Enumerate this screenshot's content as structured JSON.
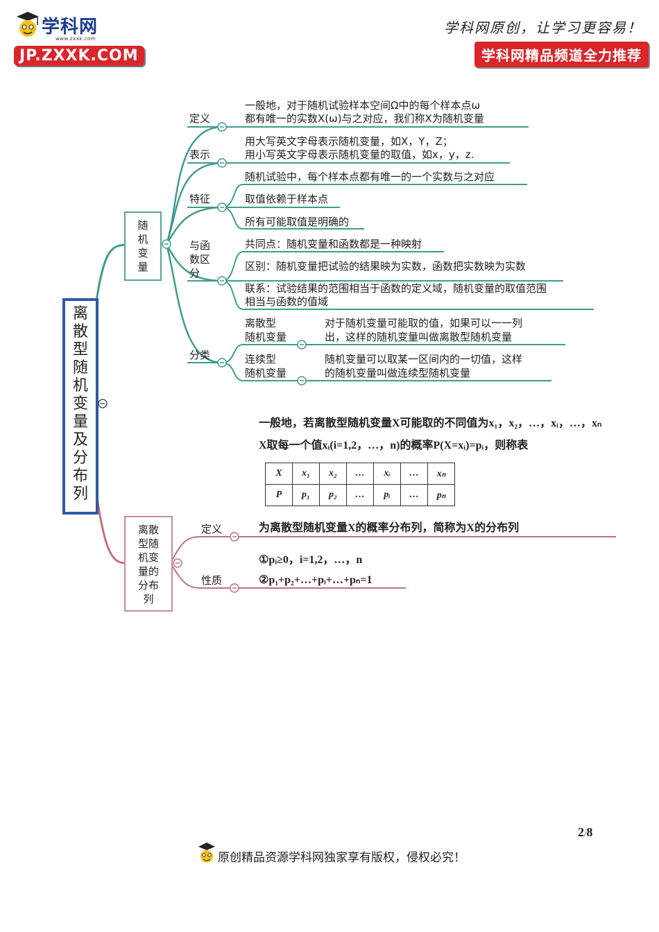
{
  "header": {
    "logo_name": "学科网",
    "logo_url": "www.zxxk.com",
    "logo_badge": "JP.ZXXK.COM",
    "slogan": "学科网原创，让学习更容易！",
    "slogan_badge": "学科网精品频道全力推荐"
  },
  "mindmap": {
    "root": [
      "离",
      "散",
      "型",
      "随",
      "机",
      "变",
      "量",
      "及",
      "分",
      "布",
      "列"
    ],
    "branch1": {
      "label": [
        "随",
        "机",
        "变",
        "量"
      ],
      "definition": {
        "label": "定义",
        "line1": "一般地，对于随机试验样本空间Ω中的每个样本点ω",
        "line2": "都有唯一的实数X(ω)与之对应，我们称X为随机变量"
      },
      "notation": {
        "label": "表示",
        "line1": "用大写英文字母表示随机变量，如X，Y，Z；",
        "line2": "用小写英文字母表示随机变量的取值，如x，y，z."
      },
      "features": {
        "label": "特征",
        "items": [
          "随机试验中，每个样本点都有唯一的一个实数与之对应",
          "取值依赖于样本点",
          "所有可能取值是明确的"
        ]
      },
      "compare": {
        "label_lines": [
          "与函",
          "数区",
          "分"
        ],
        "common": "共同点：随机变量和函数都是一种映射",
        "diff": "区别：随机变量把试验的结果映为实数，函数把实数映为实数",
        "link_line1": "联系：试验结果的范围相当于函数的定义域，随机变量的取值范围",
        "link_line2": "相当与函数的值域"
      },
      "classification": {
        "label": "分类",
        "discrete_name": [
          "离散型",
          "随机变量"
        ],
        "discrete_desc": [
          "对于随机变量可能取的值，如果可以一一列",
          "出，这样的随机变量叫做离散型随机变量"
        ],
        "continuous_name": [
          "连续型",
          "随机变量"
        ],
        "continuous_desc": [
          "随机变量可以取某一区间内的一切值，这样",
          "的随机变量叫做连续型随机变量"
        ]
      }
    },
    "intro": {
      "line1": "一般地，若离散型随机变量X可能取的不同值为x₁，x₂，…，xᵢ，…，xₙ",
      "line2": "X取每一个值xᵢ(i=1,2，…，n)的概率P(X=xᵢ)=pᵢ，则称表"
    },
    "table": {
      "row1": [
        "X",
        "x₁",
        "x₂",
        "…",
        "xᵢ",
        "…",
        "xₙ"
      ],
      "row2": [
        "P",
        "p₁",
        "p₂",
        "…",
        "pᵢ",
        "…",
        "pₙ"
      ]
    },
    "branch2": {
      "label": [
        "离散",
        "型随",
        "机变",
        "量的",
        "分布",
        "列"
      ],
      "definition": {
        "label": "定义",
        "text": "为离散型随机变量X的概率分布列，简称为X的分布列"
      },
      "properties": {
        "label": "性质",
        "item1": "①pᵢ≥0，i=1,2，…，n",
        "item2": "②p₁+p₂+…+pᵢ+…+pₙ=1"
      }
    }
  },
  "footer": {
    "page_current": "2",
    "page_sep": "/",
    "page_total": "8",
    "notice": "原创精品资源学科网独家享有版权，侵权必究！"
  },
  "colors": {
    "teal": "#3e9b8f",
    "rose": "#c1707c",
    "root_border": "#2f5aa8",
    "brand_red": "#d9262b"
  }
}
